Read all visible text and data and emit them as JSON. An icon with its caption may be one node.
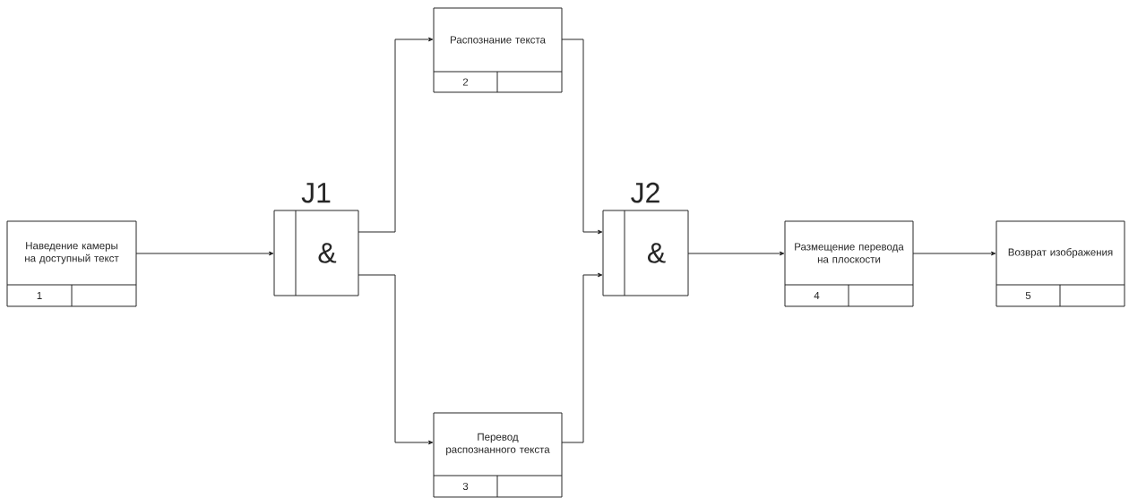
{
  "diagram": {
    "nodes": [
      {
        "text": [
          "Наведение камеры на доступный текст",
          "1"
        ]
      },
      {
        "text": [
          "J1",
          "&"
        ]
      },
      {
        "text": [
          "Распознание текста",
          "2"
        ]
      },
      {
        "text": [
          "Перевод распознанного текста",
          "3"
        ]
      },
      {
        "text": [
          "J2",
          "&"
        ]
      },
      {
        "text": [
          "Размещение перевода на плоскости",
          "4"
        ]
      },
      {
        "text": [
          "Возврат изображения",
          "5"
        ]
      }
    ],
    "edges": [
      {
        "from": 0,
        "to": 1,
        "arrow": "to"
      },
      {
        "from": 1,
        "to": 2,
        "arrow": "to"
      },
      {
        "from": 1,
        "to": 3,
        "arrow": "to"
      },
      {
        "from": 2,
        "to": 4,
        "arrow": "to"
      },
      {
        "from": 3,
        "to": 4,
        "arrow": "to"
      },
      {
        "from": 4,
        "to": 5,
        "arrow": "to"
      },
      {
        "from": 5,
        "to": 6,
        "arrow": "to"
      }
    ]
  }
}
